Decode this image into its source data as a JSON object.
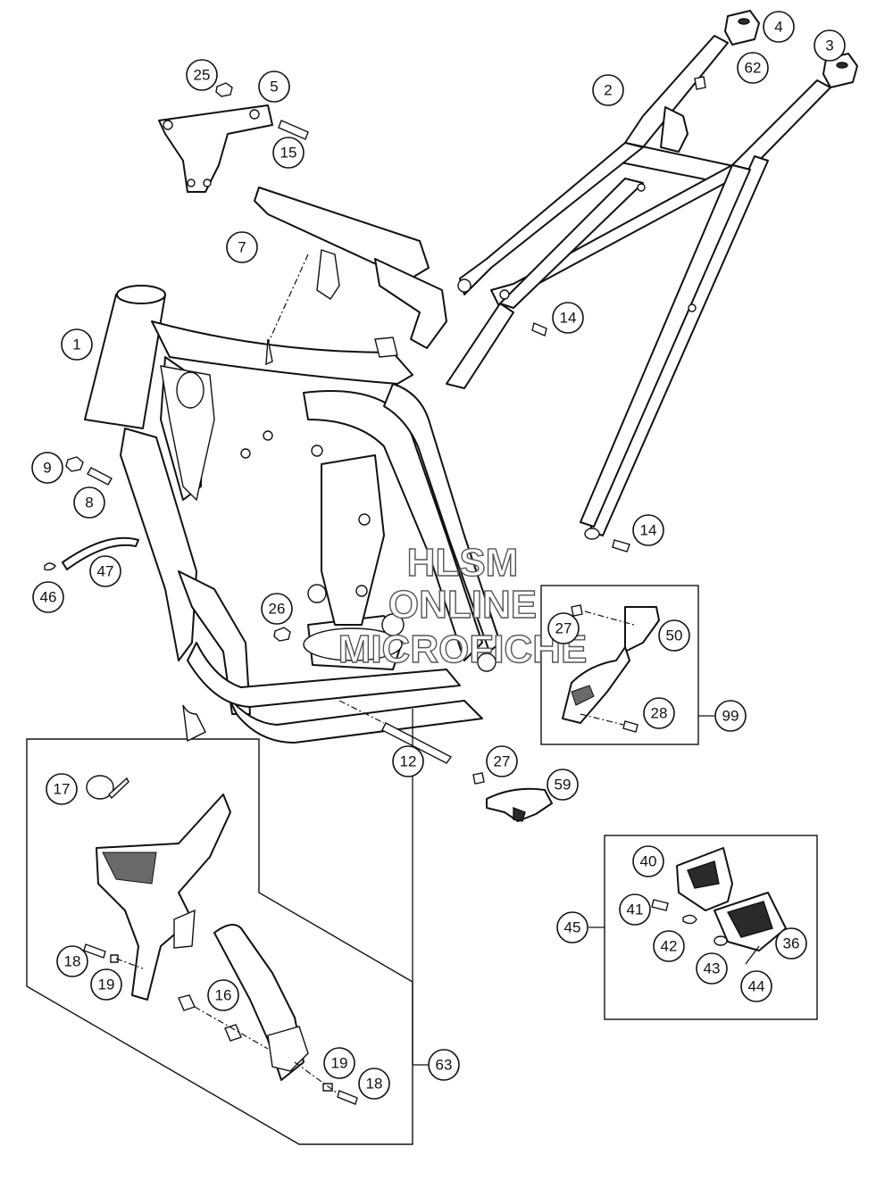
{
  "watermark": {
    "line1": "HLSM",
    "line2": "ONLINE",
    "line3": "MICROFICHE"
  },
  "callouts": [
    {
      "id": "c1",
      "label": "1"
    },
    {
      "id": "c2",
      "label": "2"
    },
    {
      "id": "c3",
      "label": "3"
    },
    {
      "id": "c4",
      "label": "4"
    },
    {
      "id": "c5",
      "label": "5"
    },
    {
      "id": "c7",
      "label": "7"
    },
    {
      "id": "c8",
      "label": "8"
    },
    {
      "id": "c9",
      "label": "9"
    },
    {
      "id": "c12",
      "label": "12"
    },
    {
      "id": "c14a",
      "label": "14"
    },
    {
      "id": "c14b",
      "label": "14"
    },
    {
      "id": "c15",
      "label": "15"
    },
    {
      "id": "c16",
      "label": "16"
    },
    {
      "id": "c17",
      "label": "17"
    },
    {
      "id": "c18a",
      "label": "18"
    },
    {
      "id": "c18b",
      "label": "18"
    },
    {
      "id": "c19a",
      "label": "19"
    },
    {
      "id": "c19b",
      "label": "19"
    },
    {
      "id": "c25",
      "label": "25"
    },
    {
      "id": "c26",
      "label": "26"
    },
    {
      "id": "c27a",
      "label": "27"
    },
    {
      "id": "c27b",
      "label": "27"
    },
    {
      "id": "c28",
      "label": "28"
    },
    {
      "id": "c36",
      "label": "36"
    },
    {
      "id": "c40",
      "label": "40"
    },
    {
      "id": "c41",
      "label": "41"
    },
    {
      "id": "c42",
      "label": "42"
    },
    {
      "id": "c43",
      "label": "43"
    },
    {
      "id": "c44",
      "label": "44"
    },
    {
      "id": "c45",
      "label": "45"
    },
    {
      "id": "c46",
      "label": "46"
    },
    {
      "id": "c47",
      "label": "47"
    },
    {
      "id": "c50",
      "label": "50"
    },
    {
      "id": "c59",
      "label": "59"
    },
    {
      "id": "c62",
      "label": "62"
    },
    {
      "id": "c63",
      "label": "63"
    },
    {
      "id": "c99",
      "label": "99"
    }
  ]
}
